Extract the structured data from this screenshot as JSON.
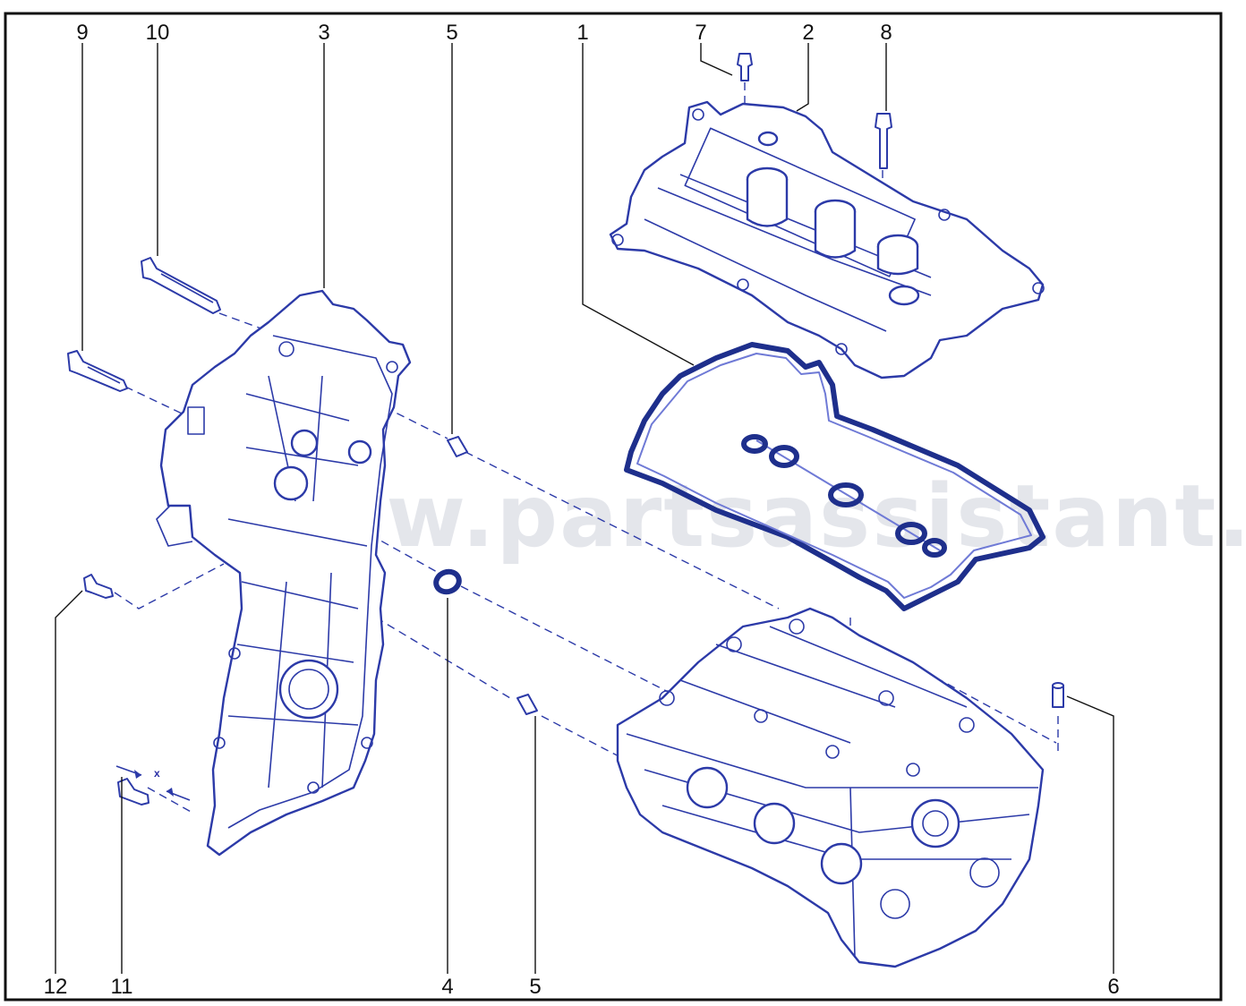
{
  "watermark": "www.partsassistant.com",
  "dimension_marker": "x",
  "callouts": [
    {
      "id": "c9",
      "label": "9"
    },
    {
      "id": "c10",
      "label": "10"
    },
    {
      "id": "c3",
      "label": "3"
    },
    {
      "id": "c5a",
      "label": "5"
    },
    {
      "id": "c1",
      "label": "1"
    },
    {
      "id": "c7",
      "label": "7"
    },
    {
      "id": "c2",
      "label": "2"
    },
    {
      "id": "c8",
      "label": "8"
    },
    {
      "id": "c12",
      "label": "12"
    },
    {
      "id": "c11",
      "label": "11"
    },
    {
      "id": "c4",
      "label": "4"
    },
    {
      "id": "c5b",
      "label": "5"
    },
    {
      "id": "c6",
      "label": "6"
    }
  ],
  "colors": {
    "line": "#2c3aa8",
    "frame": "#111111",
    "watermark": "#cfd2dc"
  }
}
